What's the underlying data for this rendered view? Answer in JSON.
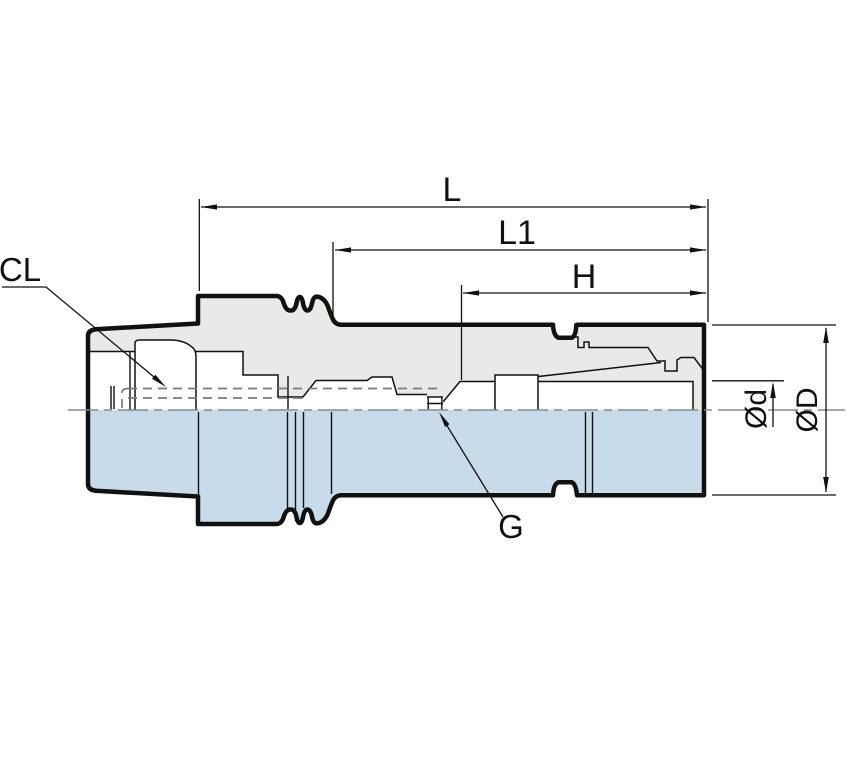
{
  "drawing": {
    "kind": "collet-chuck-tool-holder-half-section",
    "dimension_labels": {
      "overall_length": "L",
      "body_length": "L1",
      "clamp_length": "H"
    },
    "diameter_labels": {
      "bore_diameter": "Ød",
      "body_diameter": "ØD"
    },
    "callout_labels": {
      "coolant_line": "CL",
      "thread_port": "G"
    }
  },
  "colors": {
    "background": "#ffffff",
    "section_fill": "#e9e9e7",
    "external_fill": "#c7dbeb",
    "outline": "#111111",
    "hidden_line": "#7a7a7a",
    "centerline": "#8a8a8a"
  }
}
